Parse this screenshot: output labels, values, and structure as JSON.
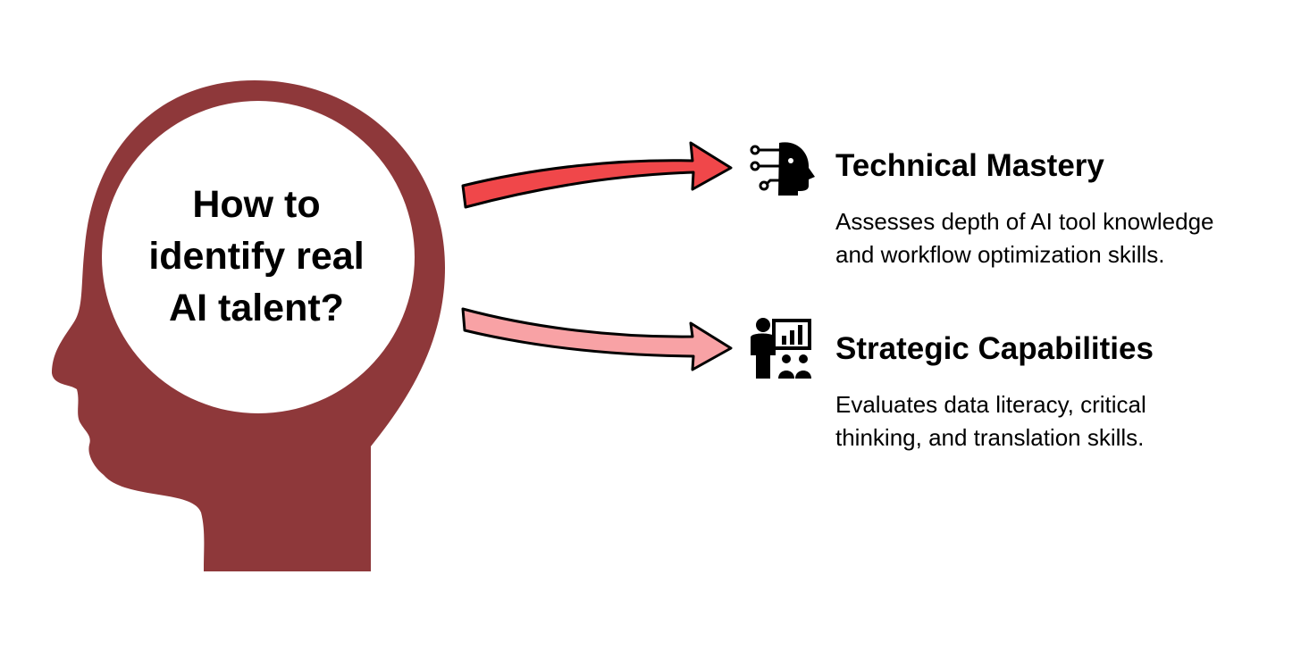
{
  "question": {
    "lines": [
      "How to",
      "identify real",
      "AI talent?"
    ]
  },
  "branches": [
    {
      "title": "Technical Mastery",
      "description_lines": [
        "Assesses depth of AI tool knowledge",
        "and workflow optimization skills."
      ],
      "icon": "ai-head-circuit-icon",
      "arrow_color": "#f0474a"
    },
    {
      "title": "Strategic Capabilities",
      "description_lines": [
        "Evaluates data literacy, critical",
        "thinking, and translation skills."
      ],
      "icon": "presenter-audience-icon",
      "arrow_color": "#f8a2a5"
    }
  ],
  "colors": {
    "head": "#8e383a",
    "circle": "#ffffff",
    "background": "#ffffff"
  }
}
